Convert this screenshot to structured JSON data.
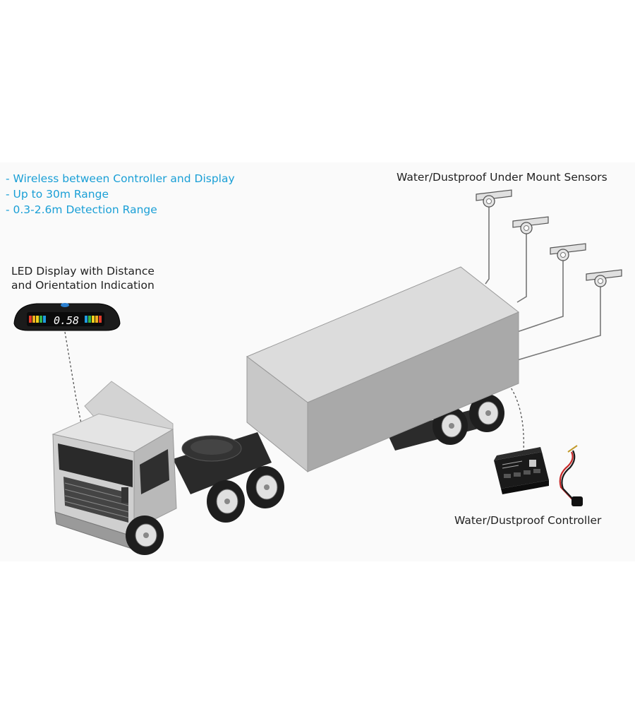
{
  "features": [
    "- Wireless between Controller and Display",
    "- Up to 30m Range",
    "- 0.3-2.6m Detection Range"
  ],
  "labels": {
    "sensors": "Water/Dustproof Under Mount Sensors",
    "display_line1": "LED Display with Distance",
    "display_line2": "and Orientation Indication",
    "controller": "Water/Dustproof Controller"
  },
  "display": {
    "readout": "0.58"
  },
  "colors": {
    "feature_text": "#1a9fd6",
    "label_text": "#222222"
  }
}
